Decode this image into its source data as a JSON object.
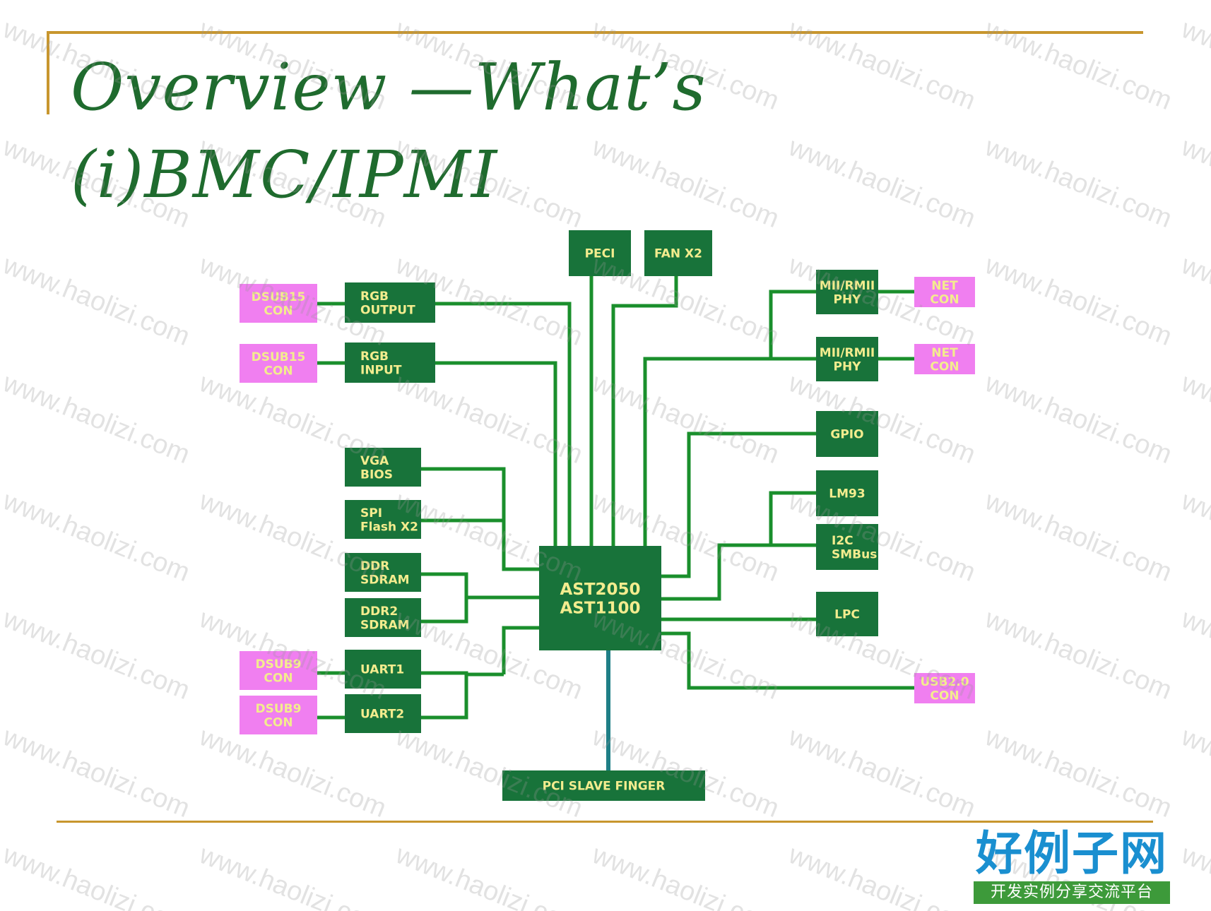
{
  "slide": {
    "title_line1": "Overview —What’s",
    "title_line2": "(i)BMC/IPMI"
  },
  "diagram": {
    "chip": {
      "line1": "AST2050",
      "line2": "AST1100"
    },
    "boxes": {
      "dsub15_con_1": [
        "DSUB15",
        "CON"
      ],
      "rgb_output": [
        "RGB",
        "OUTPUT"
      ],
      "dsub15_con_2": [
        "DSUB15",
        "CON"
      ],
      "rgb_input": [
        "RGB",
        "INPUT"
      ],
      "peci": [
        "PECI"
      ],
      "fan_x2": [
        "FAN X2"
      ],
      "vga_bios": [
        "VGA",
        "BIOS"
      ],
      "spi_flash": [
        "SPI",
        "Flash X2"
      ],
      "ddr_sdram": [
        "DDR",
        "SDRAM"
      ],
      "ddr2_sdram": [
        "DDR2",
        "SDRAM"
      ],
      "dsub9_con_1": [
        "DSUB9",
        "CON"
      ],
      "uart1": [
        "UART1"
      ],
      "dsub9_con_2": [
        "DSUB9",
        "CON"
      ],
      "uart2": [
        "UART2"
      ],
      "pci_slave_finger": [
        "PCI SLAVE FINGER"
      ],
      "mii_rmii_phy_1": [
        "MII/RMII",
        "PHY"
      ],
      "net_con_1": [
        "NET",
        "CON"
      ],
      "mii_rmii_phy_2": [
        "MII/RMII",
        "PHY"
      ],
      "net_con_2": [
        "NET",
        "CON"
      ],
      "gpio": [
        "GPIO"
      ],
      "lm93": [
        "LM93"
      ],
      "i2c_smbus": [
        "I2C",
        "SMBus"
      ],
      "lpc": [
        "LPC"
      ],
      "usb_con": [
        "USB2.0",
        "CON"
      ]
    },
    "colors": {
      "block": "#18733a",
      "block_text": "#f3ec8e",
      "connector_block": "#f07ff0",
      "connector_text": "#f3ec8e",
      "wire": "#1a8f2c",
      "bus": "#1f7f86",
      "accent_line": "#c8962e"
    }
  },
  "watermark": "www.haolizi.com",
  "logo": {
    "main": "好例子网",
    "sub": "开发实例分享交流平台"
  }
}
